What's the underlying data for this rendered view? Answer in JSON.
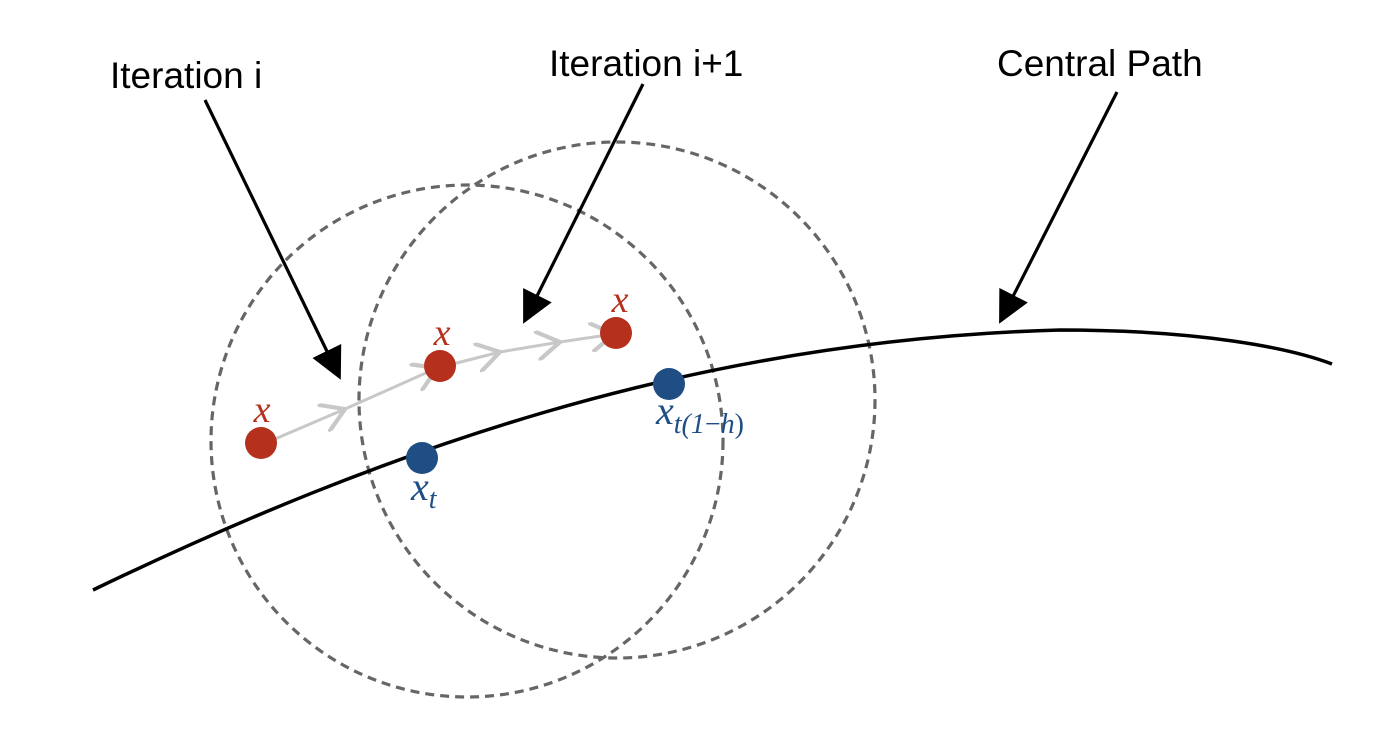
{
  "labels": {
    "iteration_i": "Iteration i",
    "iteration_i_plus_1": "Iteration i+1",
    "central_path": "Central Path"
  },
  "points": {
    "iterate_var": "x",
    "central_var": "x",
    "sub_t": "t",
    "sub_t_open": "t(1",
    "sub_dash": "−",
    "sub_h": "h",
    "sub_close": ")"
  },
  "colors": {
    "iterate": "#b5311e",
    "central": "#1f4e85",
    "circle": "#666666",
    "step_arrow": "#c8c8c8",
    "curve": "#000000"
  }
}
